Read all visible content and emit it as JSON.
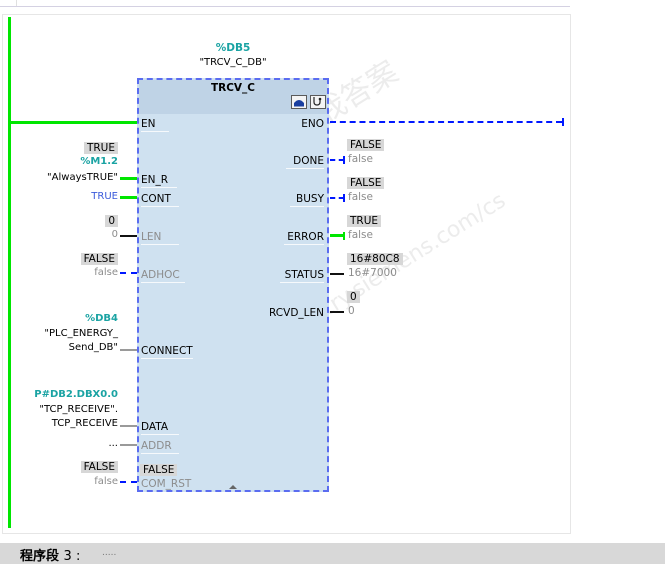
{
  "block": {
    "instance_address": "%DB5",
    "instance_name": "\"TRCV_C_DB\"",
    "type": "TRCV_C",
    "icons": [
      "monitor-icon",
      "diagnostics-icon"
    ]
  },
  "inputs": {
    "en": {
      "pin": "EN"
    },
    "en_r": {
      "pin": "EN_R",
      "monitor": "TRUE",
      "address": "%M1.2",
      "operand": "\"AlwaysTRUE\""
    },
    "cont": {
      "pin": "CONT",
      "value": "TRUE"
    },
    "len": {
      "pin": "LEN",
      "monitor": "0",
      "value": "0"
    },
    "adhoc": {
      "pin": "ADHOC",
      "monitor": "FALSE",
      "value": "false"
    },
    "connect": {
      "pin": "CONNECT",
      "address": "%DB4",
      "operand_line1": "\"PLC_ENERGY_",
      "operand_line2": "Send_DB\""
    },
    "data": {
      "pin": "DATA",
      "address": "P#DB2.DBX0.0",
      "operand_line1": "\"TCP_RECEIVE\".",
      "operand_line2": "TCP_RECEIVE"
    },
    "addr": {
      "pin": "ADDR",
      "value": "..."
    },
    "com_rst": {
      "pin": "COM_RST",
      "monitor": "FALSE",
      "value": "false",
      "pin_monitor": "FALSE"
    }
  },
  "outputs": {
    "eno": {
      "pin": "ENO"
    },
    "done": {
      "pin": "DONE",
      "monitor": "FALSE",
      "value": "false"
    },
    "busy": {
      "pin": "BUSY",
      "monitor": "FALSE",
      "value": "false"
    },
    "error": {
      "pin": "ERROR",
      "monitor": "TRUE",
      "value": "false"
    },
    "status": {
      "pin": "STATUS",
      "monitor": "16#80C8",
      "value": "16#7000"
    },
    "rcvd_len": {
      "pin": "RCVD_LEN",
      "monitor": "0",
      "value": "0"
    }
  },
  "watermark": {
    "line1": "西门子工业 我答案",
    "line2": "support.industry.siemens.com/cs"
  },
  "footer": {
    "label": "程序段",
    "number": "3 :",
    "comment": "....."
  },
  "colors": {
    "power_flow": "#00e600",
    "no_flow": "#0018ff",
    "block_border": "#5a6cf0",
    "block_fill": "#cfe1f0",
    "address_teal": "#1aa3a3"
  }
}
